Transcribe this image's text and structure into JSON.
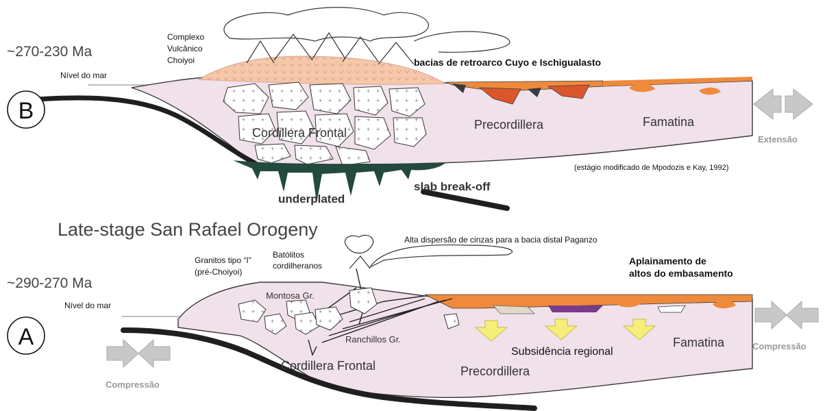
{
  "panel_b": {
    "age": "~270-230 Ma",
    "letter": "B",
    "sea_level": "Nível do mar",
    "volcanic_label": [
      "Complexo",
      "Vulcânico",
      "Choiyoi"
    ],
    "basins": "bacias de retroarco Cuyo e Ischigualasto",
    "cordillera_frontal": "Cordillera Frontal",
    "precordillera": "Precordillera",
    "famatina": "Famatina",
    "extension": "Extensão",
    "citation": "(estágio modificado de Mpodozis e Kay, 1992)",
    "underplated": "underplated",
    "slab_breakoff": "slab break-off"
  },
  "panel_a": {
    "title": "Late-stage San Rafael Orogeny",
    "age": "~290-270 Ma",
    "letter": "A",
    "sea_level": "Nível do mar",
    "granitos": [
      "Granitos tipo “I”",
      "(pré-Choiyoi)"
    ],
    "batolitos": [
      "Batólitos",
      "cordilheranos"
    ],
    "ash": "Alta dispersão de cinzas para a bacia distal Paganzo",
    "aplainamento": [
      "Aplainamento de",
      "altos do embasamento"
    ],
    "montosa": "Montosa Gr.",
    "ranchillos": "Ranchillos Gr.",
    "cordillera_frontal": "Cordillera Frontal",
    "precordillera": "Precordillera",
    "subsidencia": "Subsidência regional",
    "famatina": "Famatina",
    "compressao_right": "Compressão",
    "compressao_left": "Compressão"
  },
  "colors": {
    "crust": "#f1e1ea",
    "outline": "#3a3a3a",
    "slab": "#1f1f1f",
    "orange": "#ef8a3c",
    "dark_orange": "#d9572a",
    "peach": "#f6c7a8",
    "teal": "#24493f",
    "yellow_arrow": "#f6ee7a",
    "purple": "#7a3a8c",
    "grey_arrow": "#c8c8c8"
  }
}
